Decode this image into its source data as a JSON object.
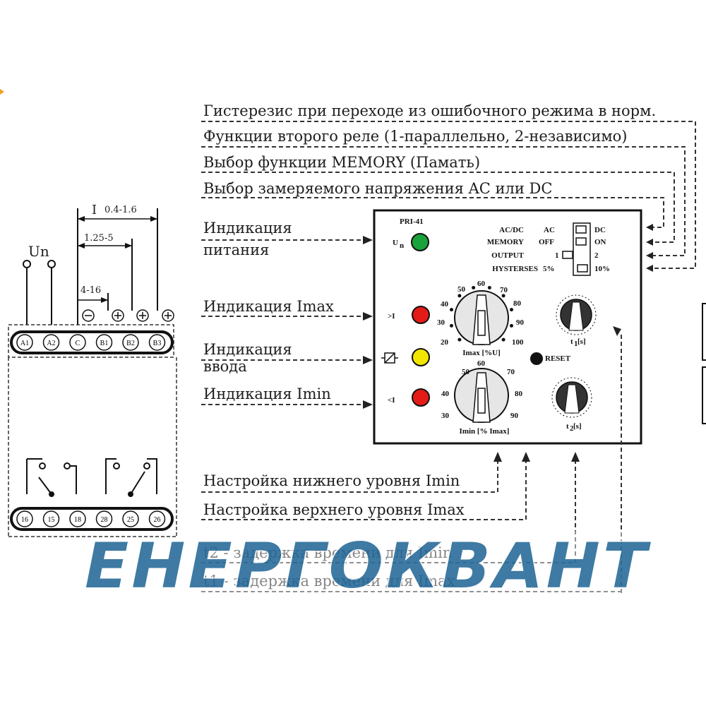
{
  "top_labels": {
    "hysteresis": "Гистерезис при переходе из ошибочного режима в норм.",
    "relay2": "Функции второго реле (1-параллельно, 2-независимо)",
    "memory": "Выбор функции MEMORY (Памать)",
    "voltage": "Выбор замеряемого напряжения AC или DC"
  },
  "left_labels": {
    "power_line1": "Индикация",
    "power_line2": "питания",
    "imax": "Индикация Imax",
    "input_line1": "Индикация",
    "input_line2": "ввода",
    "imin": "Индикация Imin"
  },
  "bottom_labels": {
    "imin_set": "Настройка нижнего уровня Imin",
    "imax_set": "Настройка верхнего уровня Imax",
    "t2": "t2 - задержка времени для Imin",
    "t1": "t1 - задержка времени для Imax"
  },
  "device": {
    "model": "PRI-41",
    "un": "U",
    "un_sub": "n",
    "gt_i": ">I",
    "lt_i": "<I",
    "reset": "RESET",
    "imax_dial_label": "Imax [%U]",
    "imin_dial_label": "Imin [% Imax]",
    "t1_label": "t",
    "t1_sub": "1",
    "t1_unit": "[s]",
    "t2_label": "t",
    "t2_sub": "2",
    "t2_unit": "[s]",
    "imax_scale": [
      "20",
      "30",
      "40",
      "50",
      "60",
      "70",
      "80",
      "90",
      "100"
    ],
    "imin_scale": [
      "30",
      "40",
      "50",
      "60",
      "70",
      "80",
      "90"
    ],
    "switches": {
      "rows": [
        {
          "name": "AC/DC",
          "left": "AC",
          "right": "DC"
        },
        {
          "name": "MEMORY",
          "left": "OFF",
          "right": "ON"
        },
        {
          "name": "OUTPUT",
          "left": "1",
          "right": "2"
        },
        {
          "name": "HYSTERSES",
          "left": "5%",
          "right": "10%"
        }
      ]
    }
  },
  "wiring": {
    "un": "Un",
    "i_range": "I",
    "range1": "0.4-1.6",
    "range2": "1.25-5",
    "range3": "4-16",
    "top_terminals": [
      "A1",
      "A2",
      "C",
      "B1",
      "B2",
      "B3"
    ],
    "bottom_terminals": [
      "16",
      "15",
      "18",
      "28",
      "25",
      "26"
    ]
  },
  "watermark": "ЕНЕРГОКВАНТ",
  "colors": {
    "led_power": "#1aa33a",
    "led_red": "#e41b17",
    "led_yellow": "#f2e600",
    "watermark": "#2e6f9c"
  }
}
